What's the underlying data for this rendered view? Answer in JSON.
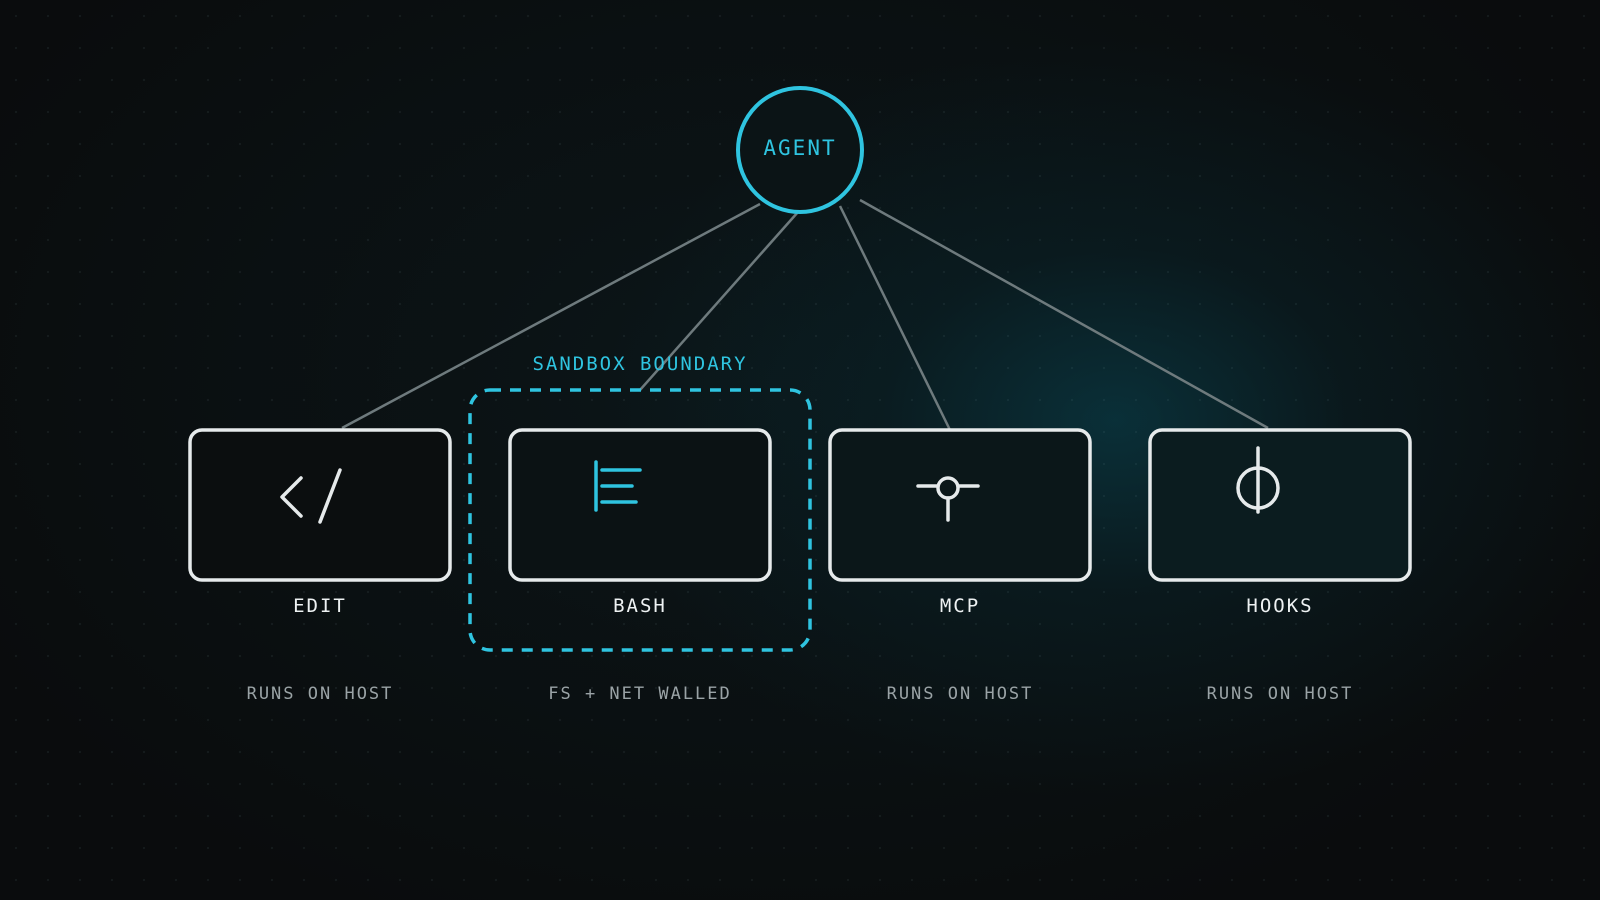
{
  "agent": {
    "label": "AGENT"
  },
  "sandbox": {
    "label": "SANDBOX BOUNDARY"
  },
  "tools": [
    {
      "name": "EDIT",
      "status": "RUNS ON HOST",
      "icon": "code-icon",
      "sandboxed": false
    },
    {
      "name": "BASH",
      "status": "FS + NET WALLED",
      "icon": "terminal-icon",
      "sandboxed": true
    },
    {
      "name": "MCP",
      "status": "RUNS ON HOST",
      "icon": "plug-node-icon",
      "sandboxed": false
    },
    {
      "name": "HOOKS",
      "status": "RUNS ON HOST",
      "icon": "hook-icon",
      "sandboxed": false
    }
  ],
  "colors": {
    "accent": "#2fc4e0",
    "box_border": "#e6eaeb",
    "connector": "#6e7a7d",
    "background": "#0a0c0d",
    "status_text": "#9aa3a6"
  }
}
